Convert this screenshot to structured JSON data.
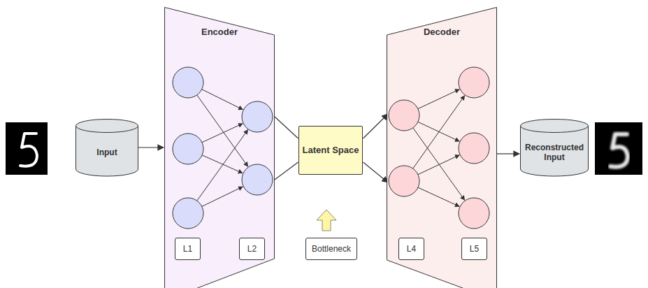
{
  "diagram": {
    "nodes": [
      {
        "text": [
          "Input"
        ]
      },
      {
        "text": [
          "Encoder"
        ]
      },
      {
        "text": [
          "L1"
        ],
        "in": 1
      },
      {
        "text": [
          "L2"
        ],
        "in": 1
      },
      {
        "text": [
          "Latent Space"
        ]
      },
      {
        "text": [
          "Bottleneck"
        ]
      },
      {
        "text": [
          "Decoder"
        ]
      },
      {
        "text": [
          "L4"
        ],
        "in": 6
      },
      {
        "text": [
          "L5"
        ],
        "in": 6
      },
      {
        "text": [
          "Reconstructed Input"
        ]
      }
    ],
    "edges": [
      {
        "from": 0,
        "to": 1,
        "arrow": "to"
      },
      {
        "from": 1,
        "to": 4,
        "arrow": "none"
      },
      {
        "from": 4,
        "to": 6,
        "arrow": "to"
      },
      {
        "from": 6,
        "to": 9,
        "arrow": "to"
      }
    ]
  }
}
